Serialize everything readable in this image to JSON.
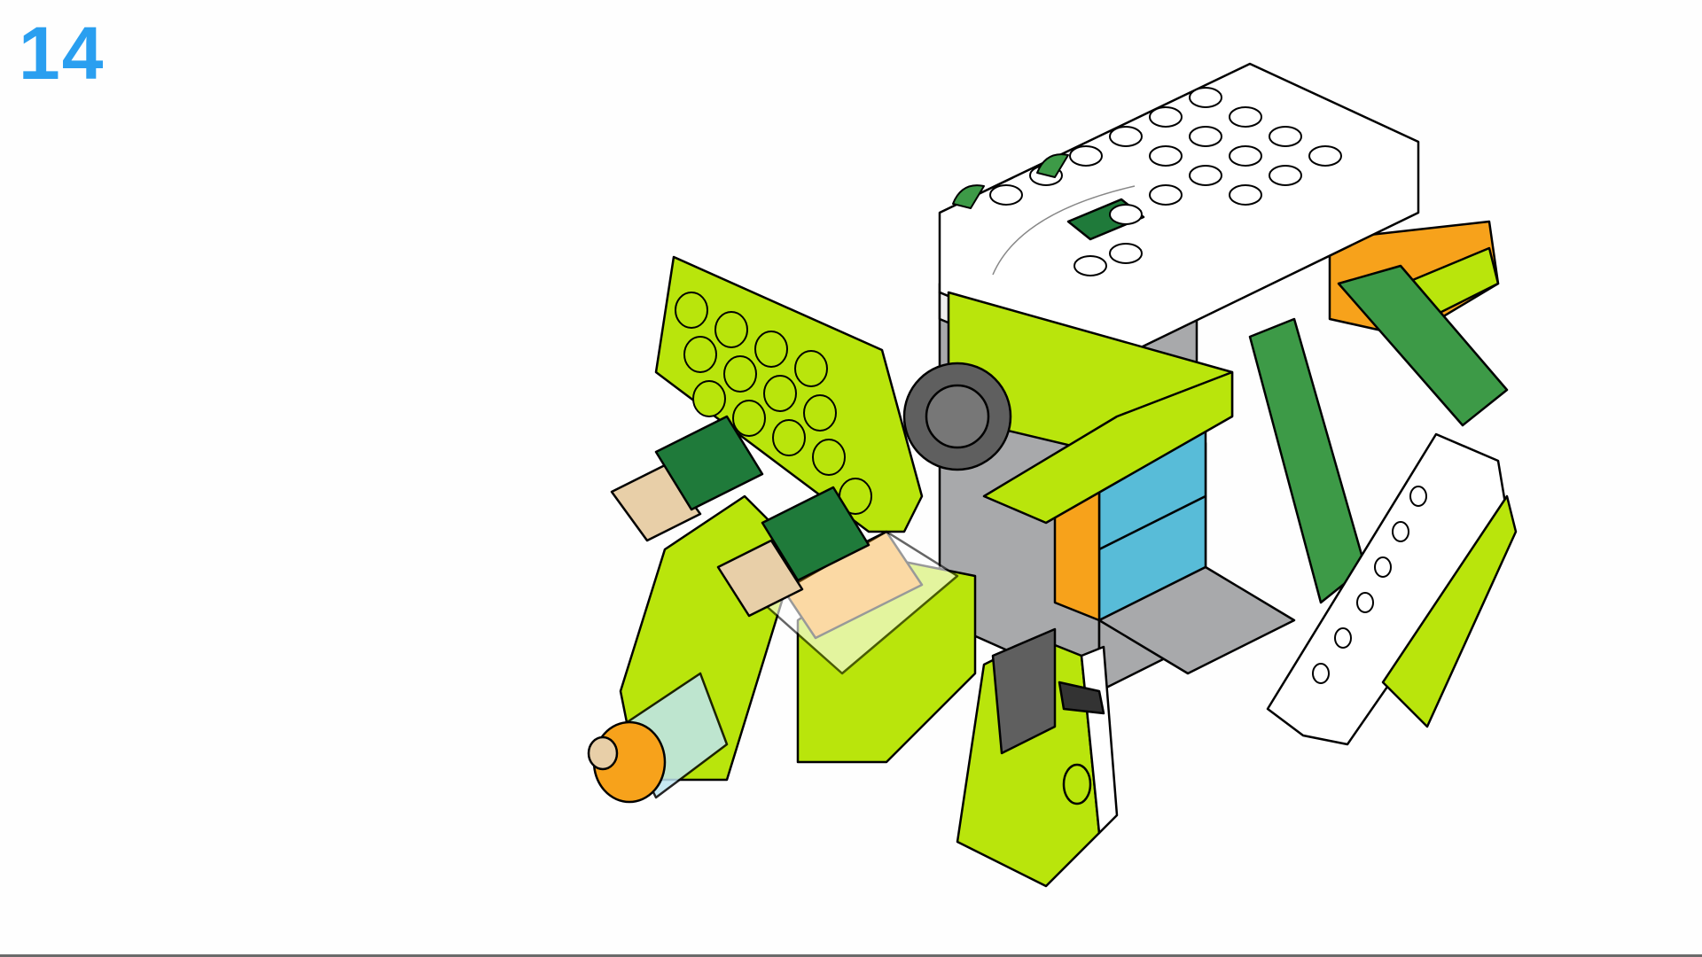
{
  "step": {
    "number": "14"
  },
  "illustration": {
    "subject": "lego-model-assembly",
    "description": "Isometric build illustration of a lime-green LEGO WeDo creature with white smart hub, tan axles, green bushings, gears, and legs"
  },
  "colors": {
    "step_number": "#2a9ff0",
    "page_background": "#fefefe",
    "bottom_rule": "#6a6a6a",
    "lime": "#b9e50c",
    "dark_green": "#1f7a3a",
    "medium_green": "#3d9a47",
    "orange": "#f7a21b",
    "sky_blue": "#58bcd8",
    "grey": "#a8a9ab",
    "dark_grey": "#5f5f5f",
    "white": "#ffffff",
    "tan": "#e8cfa8",
    "trans_blue": "#bfe6f2",
    "outline": "#000000"
  }
}
